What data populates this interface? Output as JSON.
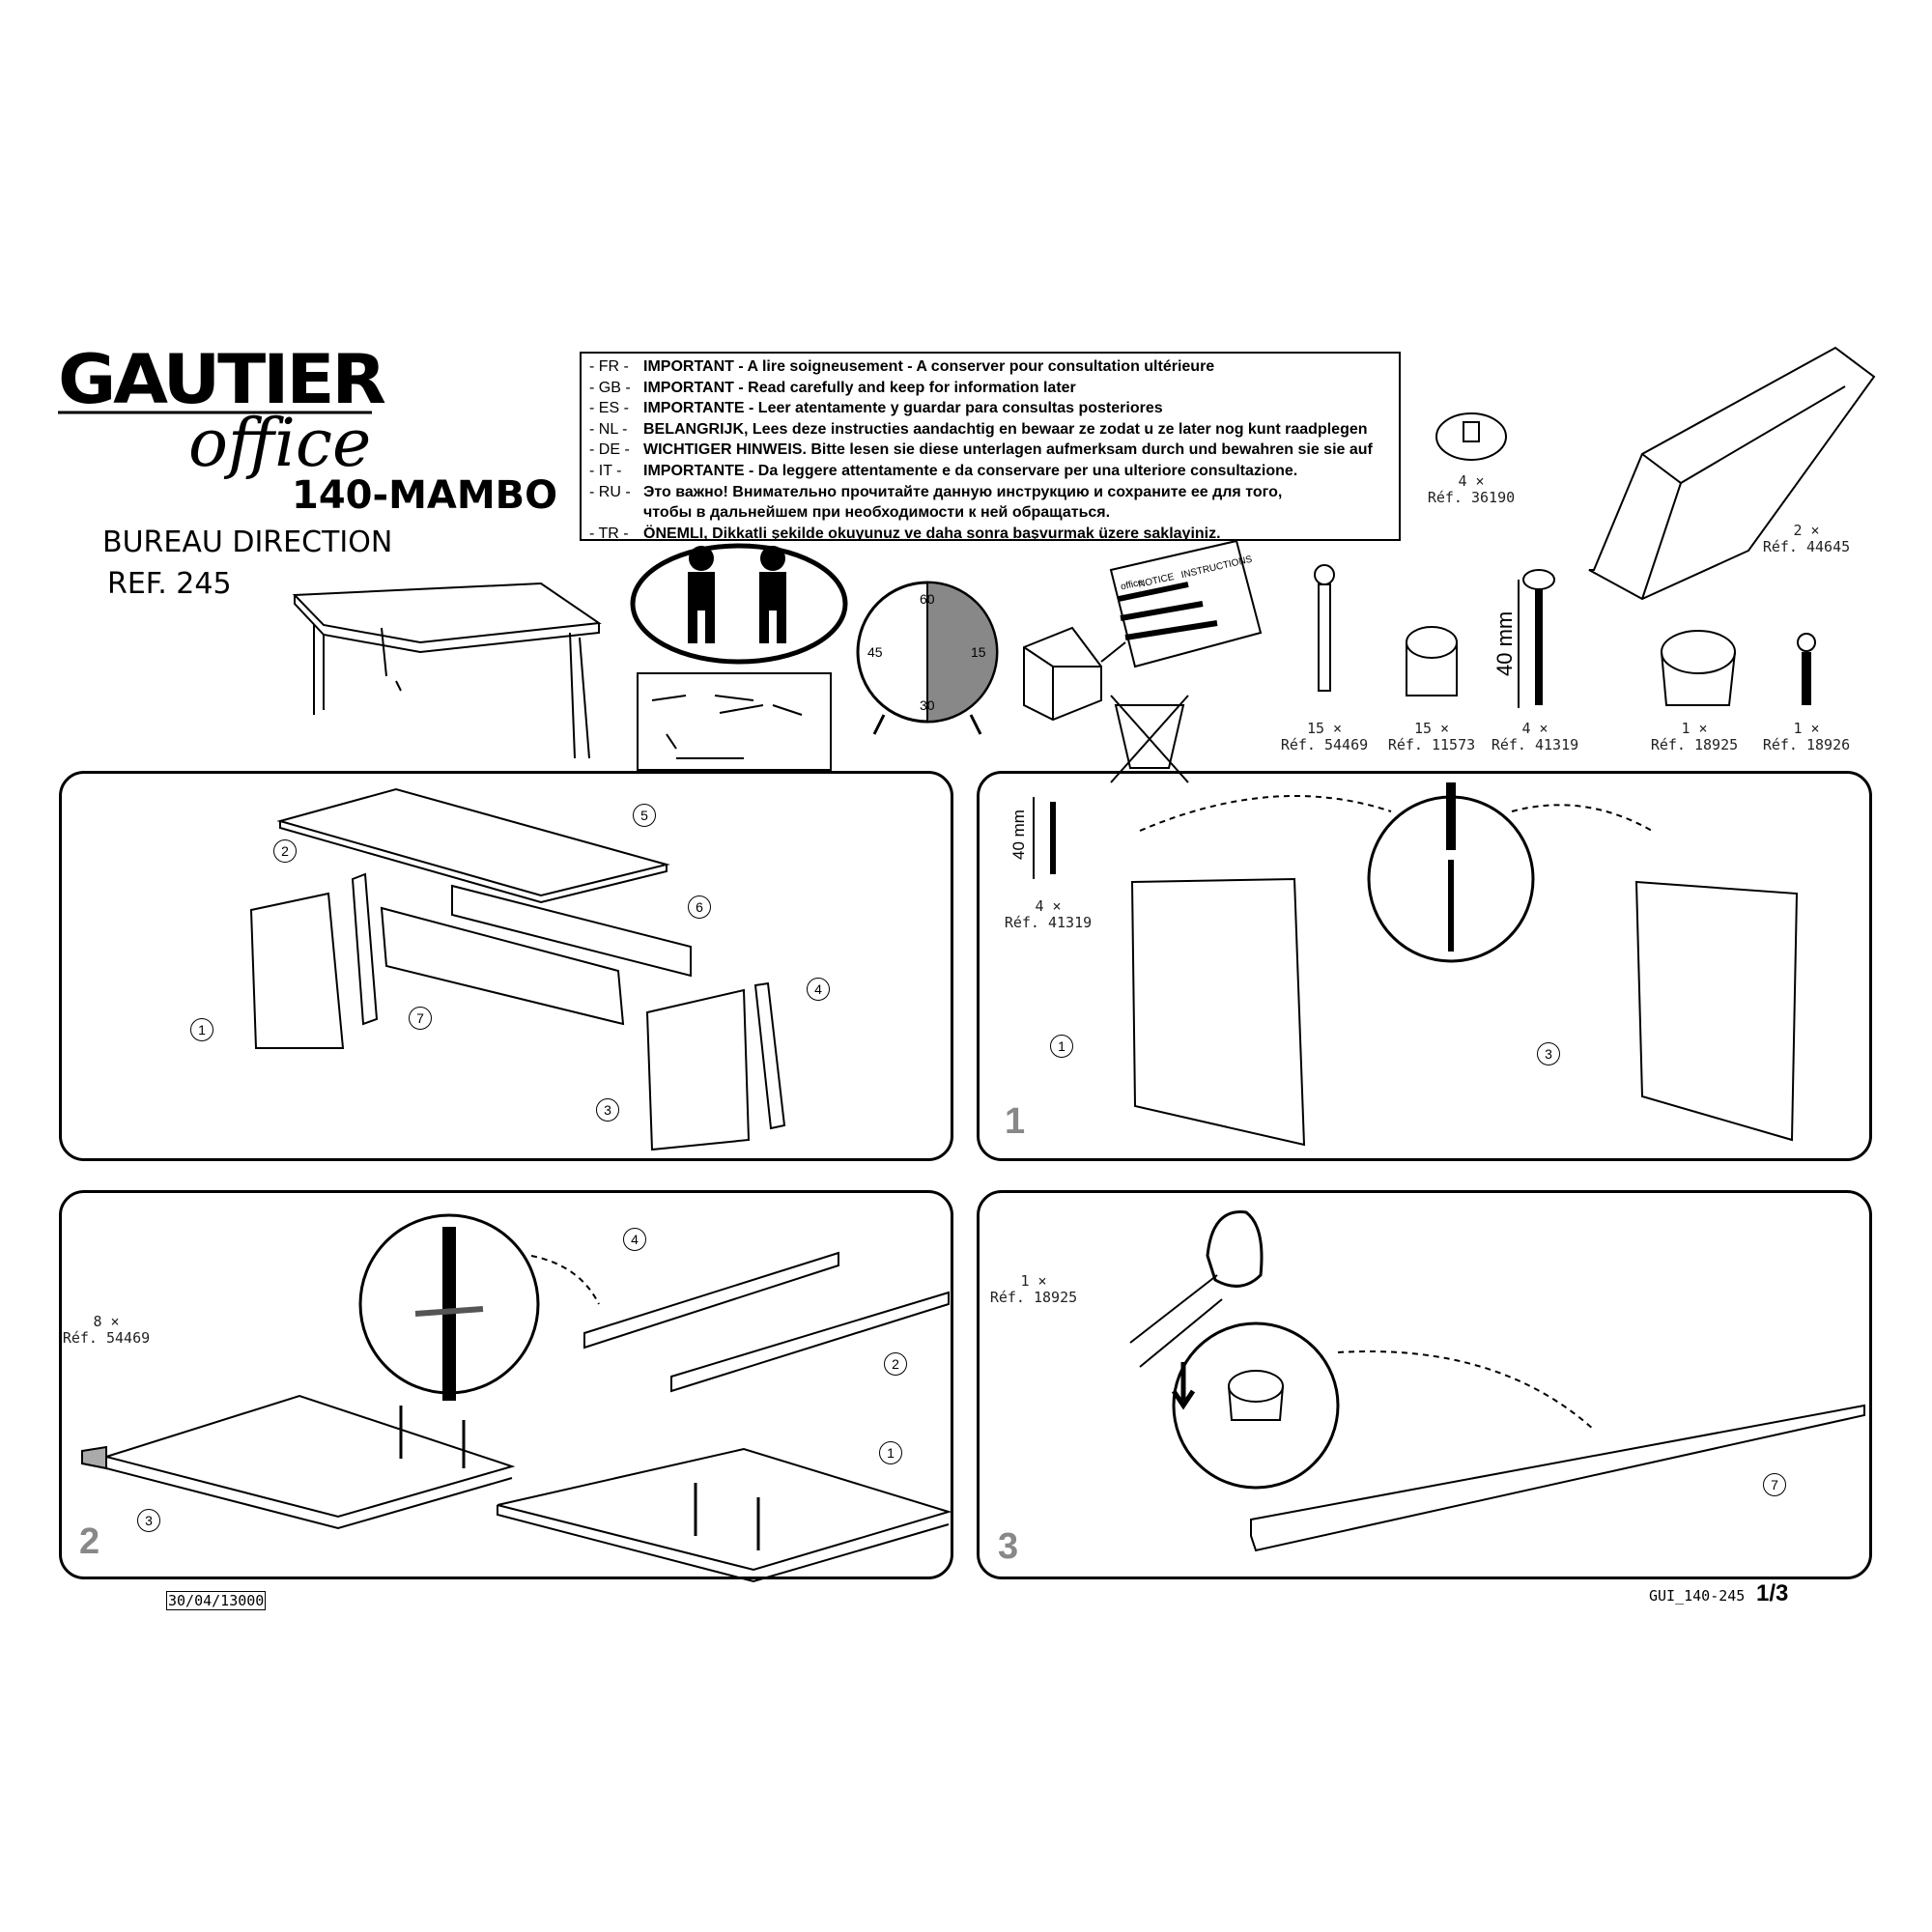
{
  "header": {
    "brand": "GAUTIER",
    "sub_brand": "office",
    "model": "140-MAMBO",
    "product": "BUREAU DIRECTION",
    "reference": "REF. 245"
  },
  "notice": [
    {
      "lang": "- FR -",
      "text": "IMPORTANT - A lire soigneusement - A conserver pour consultation ultérieure"
    },
    {
      "lang": "- GB -",
      "text": "IMPORTANT - Read carefully and keep for information later"
    },
    {
      "lang": "- ES -",
      "text": "IMPORTANTE - Leer atentamente y guardar para consultas posteriores"
    },
    {
      "lang": "- NL -",
      "text": "BELANGRIJK, Lees deze instructies aandachtig en bewaar ze zodat u ze later nog kunt raadplegen"
    },
    {
      "lang": "- DE -",
      "text": "WICHTIGER HINWEIS. Bitte lesen sie diese unterlagen aufmerksam durch und bewahren sie sie auf"
    },
    {
      "lang": "-  IT  -",
      "text": "IMPORTANTE - Da leggere attentamente e da conservare per una ulteriore consultazione."
    },
    {
      "lang": "- RU -",
      "text": "Это важно! Внимательно прочитайте данную инструкцию и сохраните ее для того,"
    },
    {
      "lang": "",
      "text": "чтобы в дальнейшем при необходимости к ней обращаться."
    },
    {
      "lang": "- TR -",
      "text": "ÖNEMLI, Dikkatli şekilde okuyunuz ve daha sonra başvurmak üzere saklayiniz."
    }
  ],
  "clock": {
    "t60": "60",
    "t15": "15",
    "t30": "30",
    "t45": "45",
    "time_fraction": 0.5
  },
  "manual": {
    "brand": "office",
    "title": "NOTICE",
    "subtitle": "INSTRUCTIONS"
  },
  "hardware": [
    {
      "qty": "4 ×",
      "ref": "Réf. 36190"
    },
    {
      "qty": "2 ×",
      "ref": "Réf. 44645"
    },
    {
      "qty": "15 ×",
      "ref": "Réf. 54469"
    },
    {
      "qty": "15 ×",
      "ref": "Réf. 11573"
    },
    {
      "qty": "4 ×",
      "ref": "Réf. 41319"
    },
    {
      "qty": "1 ×",
      "ref": "Réf. 18925"
    },
    {
      "qty": "1 ×",
      "ref": "Réf. 18926"
    }
  ],
  "screw_length": "40 mm",
  "panels": {
    "overview": {
      "callouts": [
        "5",
        "2",
        "6",
        "7",
        "4",
        "1",
        "3"
      ]
    },
    "step1": {
      "number": "1",
      "qty": "4 ×",
      "ref": "Réf. 41319",
      "length": "40 mm",
      "callouts": [
        "1",
        "3"
      ]
    },
    "step2": {
      "number": "2",
      "qty": "8 ×",
      "ref": "Réf. 54469",
      "callouts": [
        "4",
        "2",
        "3",
        "1"
      ]
    },
    "step3": {
      "number": "3",
      "qty": "1 ×",
      "ref": "Réf. 18925",
      "callouts": [
        "7"
      ]
    }
  },
  "footer": {
    "date": "30/04/13000",
    "doc_code": "GUI_140-245",
    "page": "1/3"
  }
}
